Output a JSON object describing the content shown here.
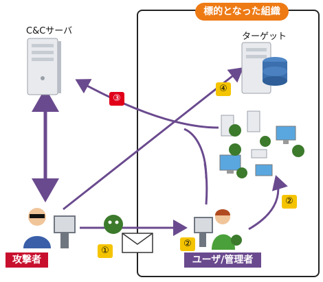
{
  "organization": {
    "title": "標的となった組織"
  },
  "cc_server": {
    "label": "C&Cサーバ"
  },
  "target": {
    "label": "ターゲット"
  },
  "attacker": {
    "label": "攻撃者"
  },
  "user": {
    "label": "ユーザ/管理者"
  },
  "steps": {
    "s1": "①",
    "s2a": "②",
    "s2b": "②",
    "s3": "③",
    "s4": "④"
  },
  "colors": {
    "arrow": "#6a4a8e",
    "badge_yellow": "#f5c400",
    "badge_red": "#e0001a",
    "org_title_bg": "#ee7a14",
    "attacker_tag": "#c8102e",
    "user_tag": "#6a4a8e",
    "virus": "#3c7a2c"
  },
  "icons": [
    "server-icon",
    "database-server-icon",
    "pc-icon",
    "virus-icon",
    "mail-icon",
    "person-icon"
  ]
}
